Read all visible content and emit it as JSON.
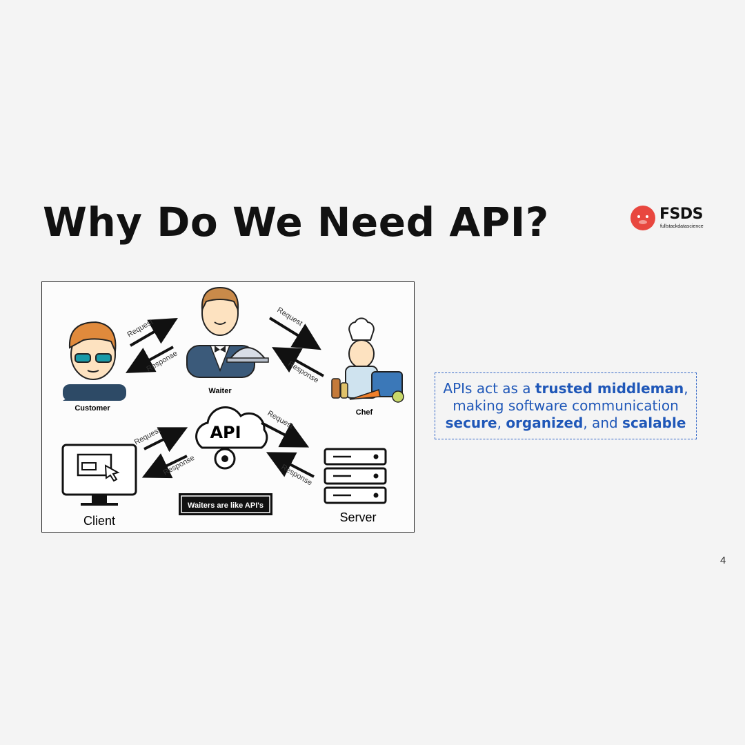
{
  "slide": {
    "title": "Why Do We Need API?",
    "page_number": "4"
  },
  "logo": {
    "name": "FSDS",
    "subtitle": "fullstackdatascience"
  },
  "diagram": {
    "actors": {
      "customer": "Customer",
      "waiter": "Waiter",
      "chef": "Chef",
      "client": "Client",
      "server": "Server",
      "api": "API"
    },
    "arrows": {
      "customer_to_waiter": "Request",
      "waiter_to_customer": "Response",
      "waiter_to_chef": "Request",
      "chef_to_waiter": "Response",
      "client_to_api": "Request",
      "api_to_client": "Response",
      "api_to_server": "Request",
      "server_to_api": "Response"
    },
    "caption": "Waiters are like API's"
  },
  "callout": {
    "part1": "APIs act as a ",
    "bold1": "trusted middleman",
    "part2": ", making software communication ",
    "bold2": "secure",
    "part3": ", ",
    "bold3": "organized",
    "part4": ", and ",
    "bold4": "scalable"
  },
  "colors": {
    "accent": "#1f57b8",
    "logo_red": "#e8473f"
  }
}
